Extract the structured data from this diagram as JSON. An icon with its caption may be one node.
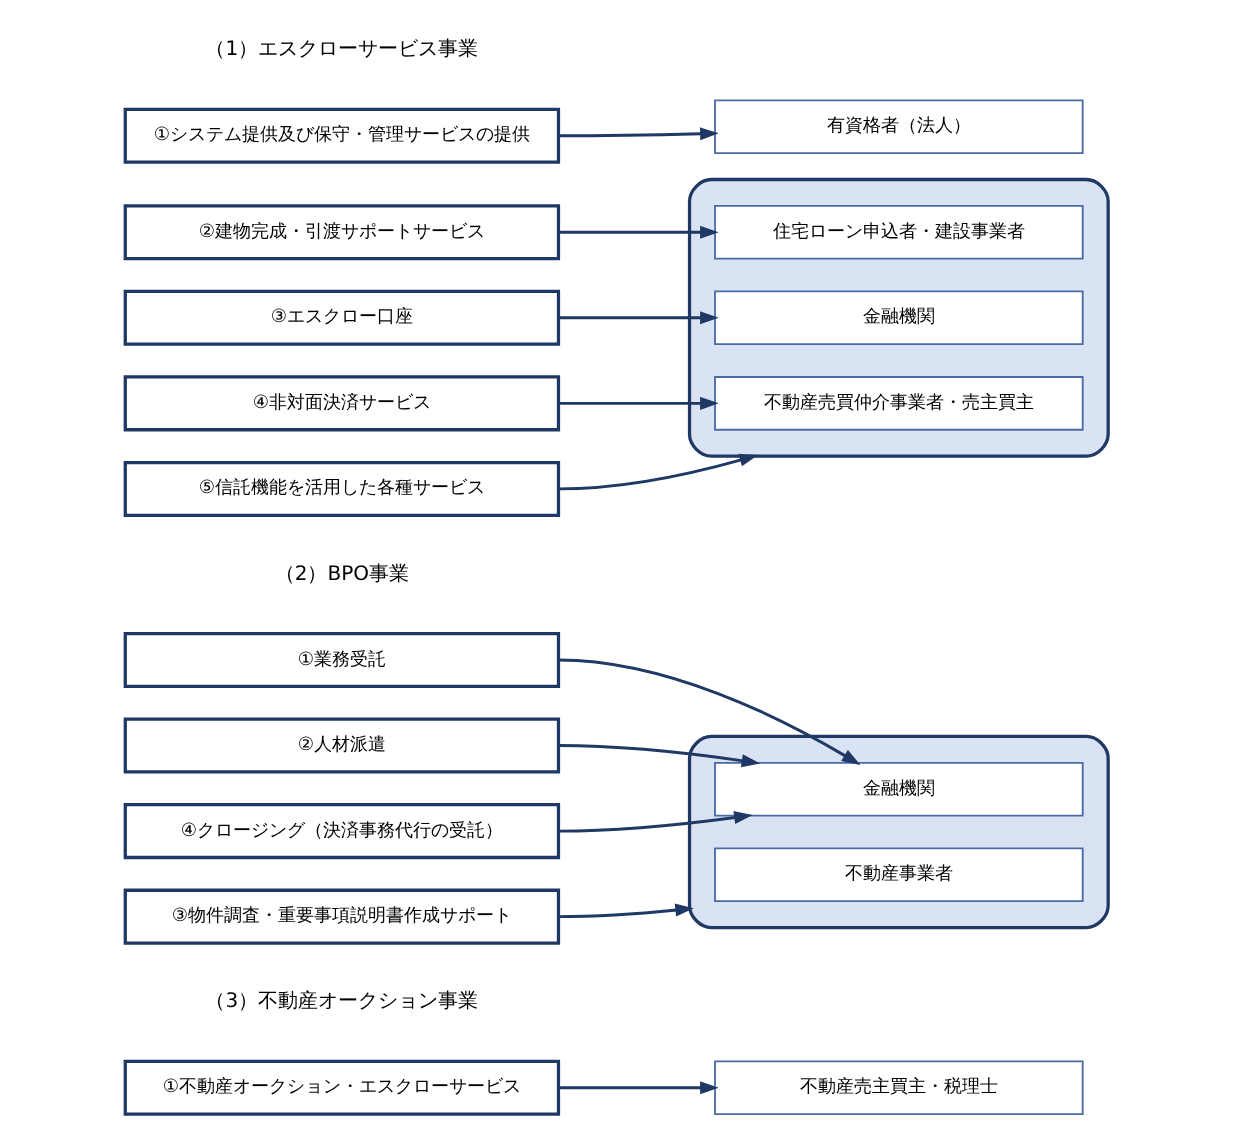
{
  "diagram": {
    "nodes": [
      {
        "text": [
          "①システム提供及び保守・管理サービスの提供"
        ]
      },
      {
        "text": [
          "有資格者（法人）"
        ]
      },
      {
        "text": [
          "②建物完成・引渡サポートサービス"
        ]
      },
      {
        "text": [
          "③エスクロー口座"
        ]
      },
      {
        "text": [
          "④非対面決済サービス"
        ]
      },
      {
        "text": [
          "⑤信託機能を活用した各種サービス"
        ]
      },
      {
        "text": [],
        "shape": "box"
      },
      {
        "text": [
          "住宅ローン申込者・建設事業者"
        ],
        "in": 6
      },
      {
        "text": [
          "金融機関"
        ],
        "in": 6
      },
      {
        "text": [
          "不動産売買仲介事業者・売主買主"
        ],
        "in": 6
      },
      {
        "text": [
          "①業務受託"
        ]
      },
      {
        "text": [
          "②人材派遣"
        ]
      },
      {
        "text": [
          "④クロージング（決済事務代行の受託）"
        ]
      },
      {
        "text": [
          "③物件調査・重要事項説明書作成サポート"
        ]
      },
      {
        "text": [],
        "shape": "box"
      },
      {
        "text": [
          "金融機関"
        ],
        "in": 14
      },
      {
        "text": [
          "不動産事業者"
        ],
        "in": 14
      },
      {
        "text": [
          "①不動産オークション・エスクローサービス"
        ]
      },
      {
        "text": [
          "不動産売主買主・税理士"
        ]
      }
    ],
    "edges": [
      {
        "from": 0,
        "to": 1,
        "arrow": "to"
      },
      {
        "from": 2,
        "to": 7,
        "arrow": "to"
      },
      {
        "from": 3,
        "to": 8,
        "arrow": "to"
      },
      {
        "from": 4,
        "to": 9,
        "arrow": "to"
      },
      {
        "from": 5,
        "to": 6,
        "arrow": "to"
      },
      {
        "from": 10,
        "to": 15,
        "arrow": "to"
      },
      {
        "from": 11,
        "to": 15,
        "arrow": "to"
      },
      {
        "from": 12,
        "to": 15,
        "arrow": "to"
      },
      {
        "from": 13,
        "to": 14,
        "arrow": "to"
      },
      {
        "from": 17,
        "to": 18,
        "arrow": "to"
      }
    ],
    "labels": [
      "（1）エスクローサービス事業",
      "（2）BPO事業",
      "（3）不動産オークション事業"
    ]
  }
}
